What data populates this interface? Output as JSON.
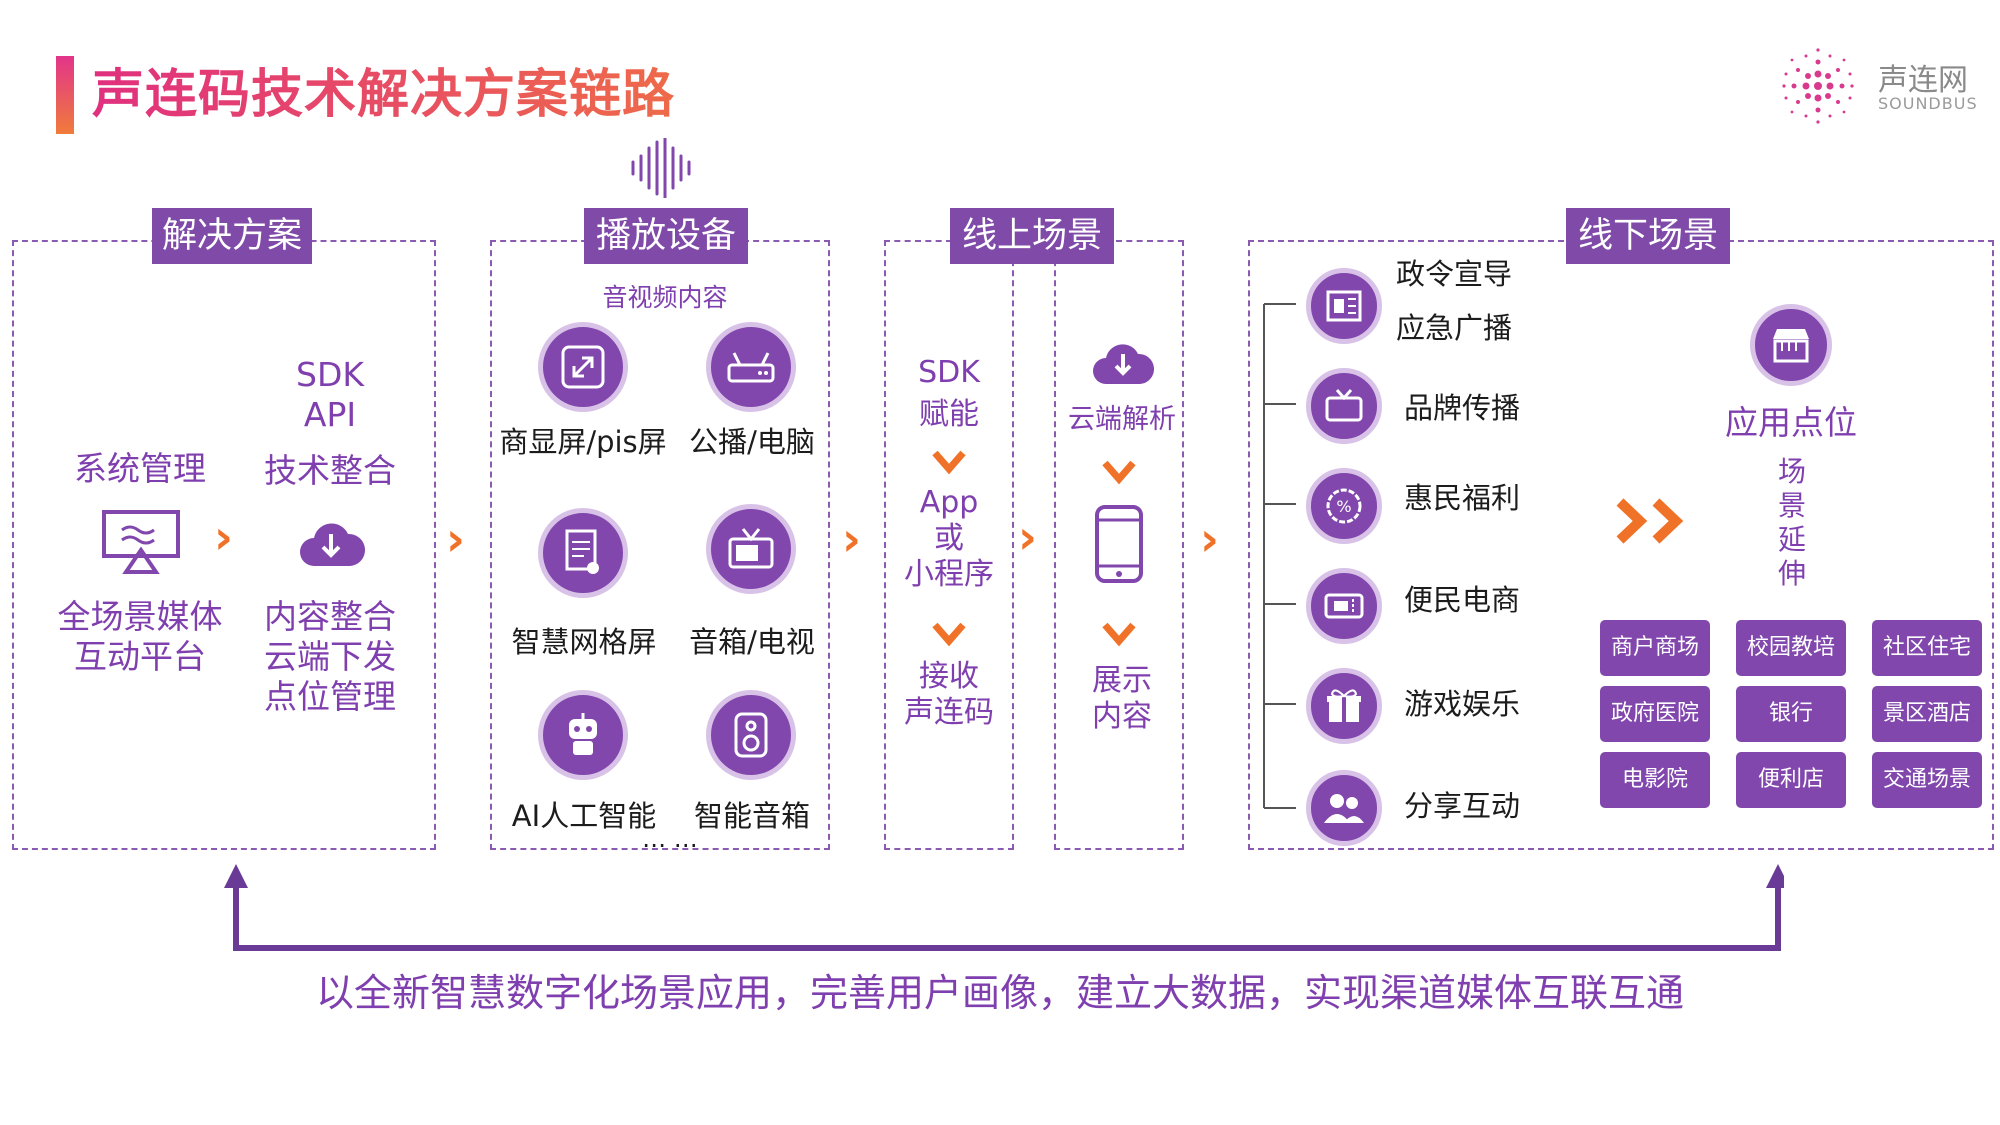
{
  "title": "声连码技术解决方案链路",
  "logo": {
    "name": "声连网",
    "sub": "SOUNDBUS"
  },
  "sections": {
    "solution": {
      "tag": "解决方案",
      "system_mgmt": "系统管理",
      "platform": [
        "全场景媒体",
        "互动平台"
      ],
      "sdk": "SDK",
      "api": "API",
      "tech_integration": "技术整合",
      "content_lines": [
        "内容整合",
        "云端下发",
        "点位管理"
      ]
    },
    "devices": {
      "tag": "播放设备",
      "subtitle": "音视频内容",
      "items": [
        {
          "label": "商显屏/pis屏",
          "icon": "expand-screen-icon"
        },
        {
          "label": "公播/电脑",
          "icon": "router-icon"
        },
        {
          "label": "智慧网格屏",
          "icon": "news-touch-icon"
        },
        {
          "label": "音箱/电视",
          "icon": "tv-icon"
        },
        {
          "label": "AI人工智能",
          "icon": "robot-icon"
        },
        {
          "label": "智能音箱",
          "icon": "speaker-icon"
        }
      ],
      "more": "… …"
    },
    "online": {
      "tag": "线上场景",
      "col1": {
        "top": [
          "SDK",
          "赋能"
        ],
        "mid": [
          "App",
          "或",
          "小程序"
        ],
        "bottom": [
          "接收",
          "声连码"
        ]
      },
      "col2": {
        "top": "云端解析",
        "bottom": [
          "展示",
          "内容"
        ]
      }
    },
    "offline": {
      "tag": "线下场景",
      "scenes": [
        {
          "lines": [
            "政令宣导",
            "应急广播"
          ],
          "icon": "newspaper-icon"
        },
        {
          "lines": [
            "品牌传播"
          ],
          "icon": "tv-icon"
        },
        {
          "lines": [
            "惠民福利"
          ],
          "icon": "discount-icon"
        },
        {
          "lines": [
            "便民电商"
          ],
          "icon": "ticket-icon"
        },
        {
          "lines": [
            "游戏娱乐"
          ],
          "icon": "gift-icon"
        },
        {
          "lines": [
            "分享互动"
          ],
          "icon": "users-icon"
        }
      ],
      "app_point": "应用点位",
      "extend": [
        "场",
        "景",
        "延",
        "伸"
      ],
      "places": [
        "商户商场",
        "校园教培",
        "社区住宅",
        "政府医院",
        "银行",
        "景区酒店",
        "电影院",
        "便利店",
        "交通场景"
      ]
    }
  },
  "footer": "以全新智慧数字化场景应用，完善用户画像，建立大数据，实现渠道媒体互联互通",
  "colors": {
    "purple": "#7f4aa8",
    "orange": "#f07228",
    "title_start": "#e0307f",
    "title_end": "#ee6a49"
  }
}
